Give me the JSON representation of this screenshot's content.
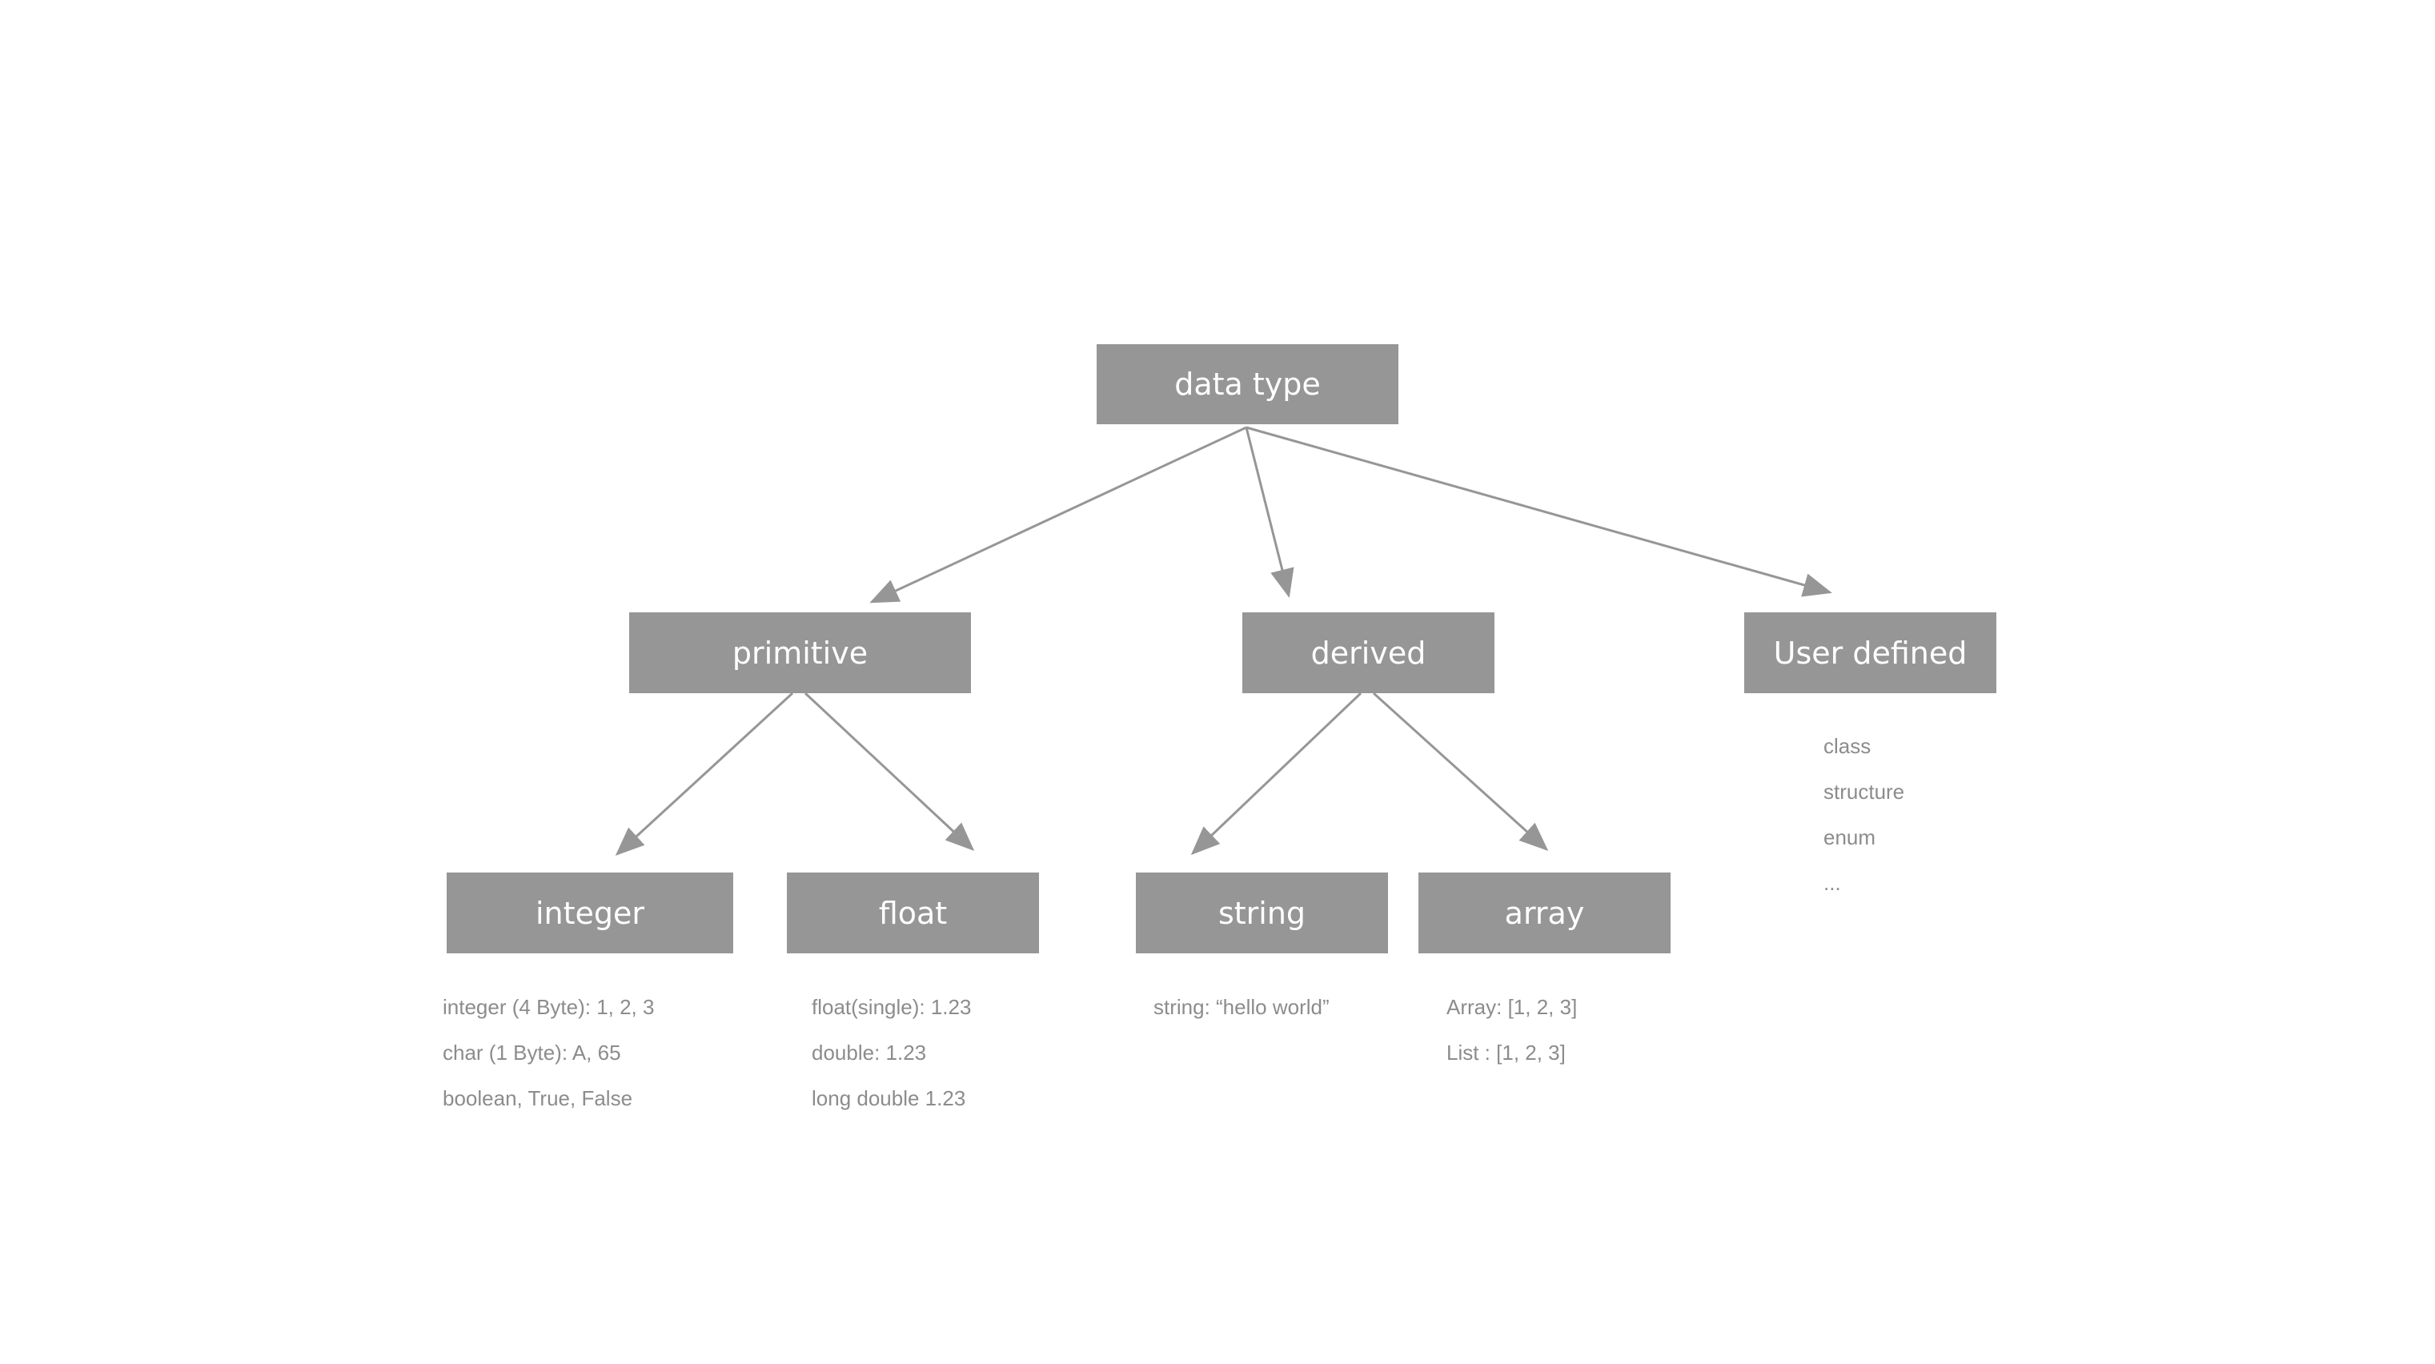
{
  "colors": {
    "box_fill": "#969696",
    "box_text": "#ffffff",
    "note_text": "#8c8c8c",
    "edge": "#969696",
    "background": "#ffffff"
  },
  "nodes": {
    "data_type": {
      "label": "data type"
    },
    "primitive": {
      "label": "primitive"
    },
    "derived": {
      "label": "derived"
    },
    "user_defined": {
      "label": "User defined"
    },
    "integer": {
      "label": "integer"
    },
    "float": {
      "label": "float"
    },
    "string": {
      "label": "string"
    },
    "array": {
      "label": "array"
    }
  },
  "edges": [
    {
      "from": "data type",
      "to": "primitive"
    },
    {
      "from": "data type",
      "to": "derived"
    },
    {
      "from": "data type",
      "to": "User defined"
    },
    {
      "from": "primitive",
      "to": "integer"
    },
    {
      "from": "primitive",
      "to": "float"
    },
    {
      "from": "derived",
      "to": "string"
    },
    {
      "from": "derived",
      "to": "array"
    }
  ],
  "notes": {
    "integer": [
      "integer (4 Byte): 1, 2, 3",
      "char (1 Byte): A, 65",
      "boolean, True, False"
    ],
    "float": [
      "float(single): 1.23",
      "double: 1.23",
      "long double 1.23"
    ],
    "string": [
      "string: “hello world”"
    ],
    "array": [
      "Array: [1, 2, 3]",
      "List : [1, 2, 3]"
    ],
    "user_defined": [
      "class",
      "structure",
      "enum",
      "..."
    ]
  }
}
